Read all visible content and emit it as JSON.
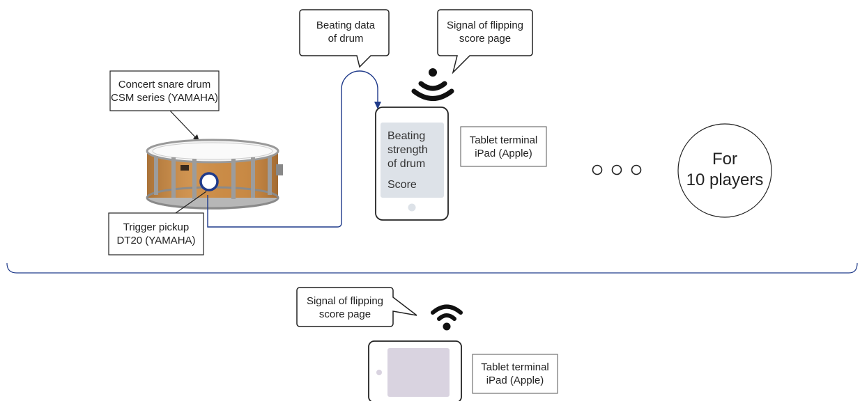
{
  "callouts": {
    "beating_data": "Beating data\nof drum",
    "signal_top": "Signal of flipping\nscore page",
    "snare_drum": "Concert snare drum\nCSM series (YAMAHA)",
    "trigger": "Trigger pickup\nDT20 (YAMAHA)",
    "signal_bottom": "Signal of flipping\nscore page"
  },
  "labels": {
    "tablet_top": "Tablet terminal\niPad (Apple)",
    "tablet_bottom": "Tablet terminal\niPad (Apple)",
    "players": "For\n10 players"
  },
  "screen": {
    "line1": "Beating",
    "line2": "strength",
    "line3": "of drum",
    "line4": "Score"
  },
  "icons": {
    "wireless_top": "wireless-signal-icon",
    "wireless_bottom": "wifi-icon",
    "ellipsis": "ellipsis-circles-icon",
    "drum": "snare-drum-icon",
    "pickup": "trigger-pickup-icon"
  },
  "colors": {
    "cable": "#1f3a8a",
    "drum_shell": "#c98a45",
    "screen": "#dde2e8",
    "screen_bottom": "#d9d3e0"
  }
}
